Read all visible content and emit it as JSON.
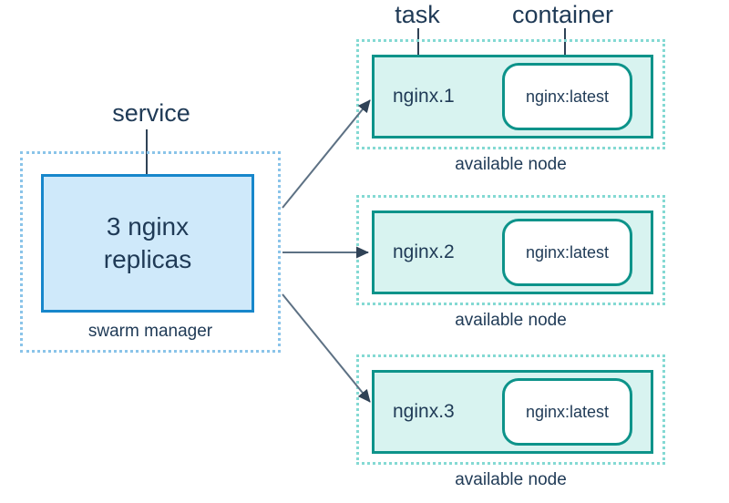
{
  "diagram": {
    "labels": {
      "service": "service",
      "task": "task",
      "container": "container"
    },
    "manager": {
      "box_text": "3 nginx replicas",
      "caption": "swarm manager"
    },
    "nodes": [
      {
        "task": "nginx.1",
        "container": "nginx:latest",
        "caption": "available node"
      },
      {
        "task": "nginx.2",
        "container": "nginx:latest",
        "caption": "available node"
      },
      {
        "task": "nginx.3",
        "container": "nginx:latest",
        "caption": "available node"
      }
    ],
    "colors": {
      "blue_border": "#1787cb",
      "blue_fill": "#cfe9fa",
      "blue_dotted": "#8ac4e9",
      "teal_border": "#0d938a",
      "teal_fill": "#d8f3f0",
      "teal_dotted": "#84d9d3",
      "text": "#1f3a56",
      "arrow_line": "#5d7184",
      "arrow_head": "#2f4256"
    }
  }
}
